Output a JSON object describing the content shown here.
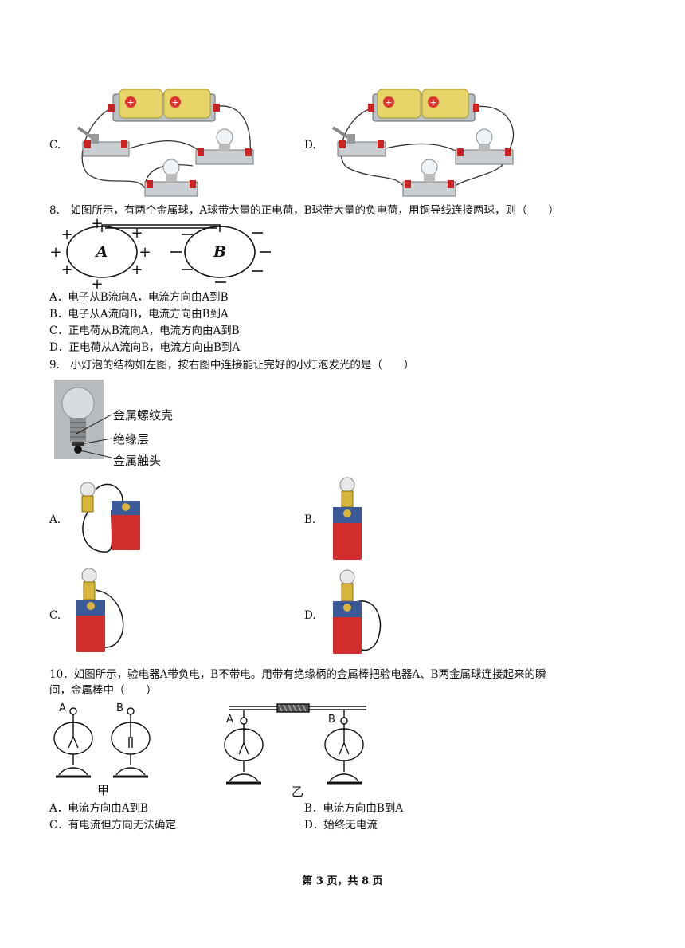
{
  "q7": {
    "option_c_label": "C.",
    "option_d_label": "D."
  },
  "q8": {
    "stem": "8.　如图所示，有两个金属球，A球带大量的正电荷，B球带大量的负电荷，用铜导线连接两球，则（　　）",
    "figure": {
      "ball_a_label": "A",
      "ball_b_label": "B"
    },
    "options": [
      "A．电子从B流向A，电流方向由A到B",
      "B．电子从A流向B，电流方向由B到A",
      "C．正电荷从B流向A，电流方向由A到B",
      "D．正电荷从A流向B，电流方向由B到A"
    ]
  },
  "q9": {
    "stem": "9.　小灯泡的结构如左图，按右图中连接能让完好的小灯泡发光的是（　　）",
    "figure_labels": [
      "金属螺纹壳",
      "绝缘层",
      "金属触头"
    ],
    "option_labels": [
      "A.",
      "B.",
      "C.",
      "D."
    ]
  },
  "q10": {
    "stem_line1": "10．如图所示，验电器A带负电，B不带电。用带有绝缘柄的金属棒把验电器A、B两金属球连接起来的瞬",
    "stem_line2": "间，金属棒中（　　）",
    "figure": {
      "label_a": "A",
      "label_b": "B",
      "caption_left": "甲",
      "caption_right": "乙"
    },
    "options": [
      "A．电流方向由A到B",
      "B．电流方向由B到A",
      "C．有电流但方向无法确定",
      "D．始终无电流"
    ]
  },
  "footer": {
    "page_text": "第 3 页，共 8 页"
  }
}
